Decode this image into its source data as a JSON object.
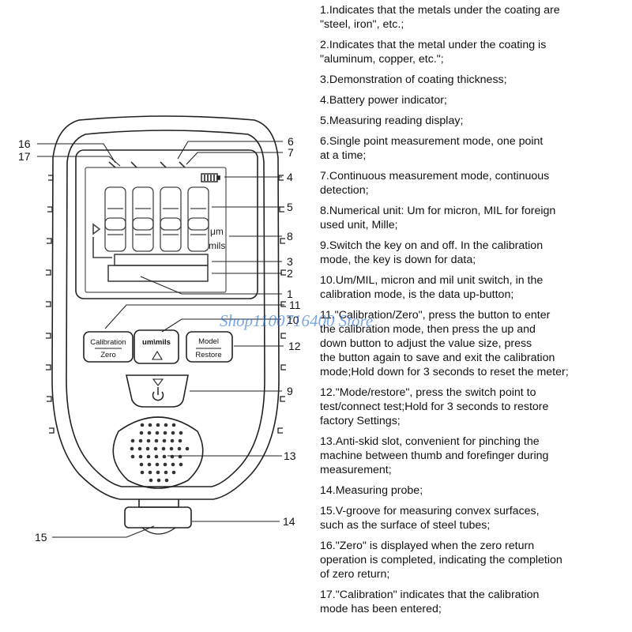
{
  "device": {
    "lcd_unit_um": "μm",
    "lcd_unit_mils": "mils",
    "buttons": {
      "calibration_top": "Calibration",
      "calibration_bottom": "Zero",
      "unit_top": "um\\mils",
      "model_top": "Model",
      "model_bottom": "Restore"
    }
  },
  "callouts": [
    "1",
    "2",
    "3",
    "4",
    "5",
    "6",
    "7",
    "8",
    "9",
    "10",
    "11",
    "12",
    "13",
    "14",
    "15",
    "16",
    "17"
  ],
  "notes": [
    "1.Indicates that the metals under the coating are\n\"steel, iron\", etc.;",
    "2.Indicates that the metal under the coating is\n\"aluminum, copper, etc.\";",
    "3.Demonstration of coating thickness;",
    "4.Battery power indicator;",
    "5.Measuring reading display;",
    "6.Single point measurement mode, one point\nat a time;",
    "7.Continuous measurement mode, continuous\ndetection;",
    "8.Numerical unit: Um for micron, MIL for foreign\nused unit, Mille;",
    "9.Switch the key on and off. In the calibration\nmode, the key is down for data;",
    "10.Um/MIL, micron and mil unit switch, in the\ncalibration mode, is the data up-button;",
    "11.\"Calibration/Zero\", press the button to enter\nthe calibration mode, then press the up and\ndown button to adjust the value size, press\nthe button again to save and exit the calibration\nmode;Hold down for 3 seconds to reset the meter;",
    "12.\"Mode/restore\", press the switch point to\ntest/connect test;Hold for 3 seconds to restore\n factory Settings;",
    "13.Anti-skid slot, convenient for pinching the\nmachine between thumb and forefinger during\nmeasurement;",
    "14.Measuring probe;",
    "15.V-groove for measuring convex surfaces,\nsuch as the surface of steel tubes;",
    "16.\"Zero\" is displayed when the zero return\noperation is completed, indicating the completion\n of zero return;",
    "17.\"Calibration\" indicates that the calibration\nmode has been entered;"
  ],
  "watermark": "Shop1100716400 Store"
}
